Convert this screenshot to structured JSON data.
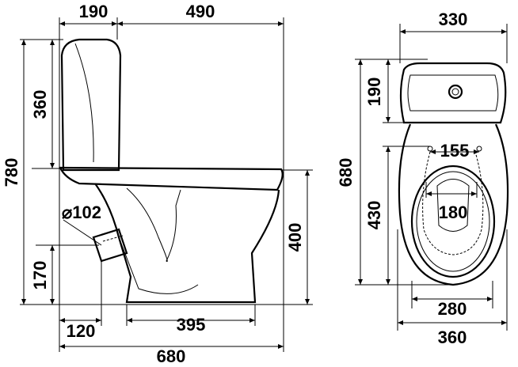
{
  "side_view": {
    "tank_depth": "190",
    "bowl_length": "490",
    "tank_height": "360",
    "total_height": "780",
    "outlet_diameter": "⌀102",
    "outlet_height": "170",
    "outlet_offset": "120",
    "foot_length": "395",
    "total_length": "680",
    "seat_height": "400"
  },
  "top_view": {
    "tank_width": "330",
    "tank_depth": "190",
    "total_length": "680",
    "hinge_spacing": "155",
    "bowl_length": "430",
    "opening_width": "180",
    "foot_width": "280",
    "total_width": "360"
  }
}
